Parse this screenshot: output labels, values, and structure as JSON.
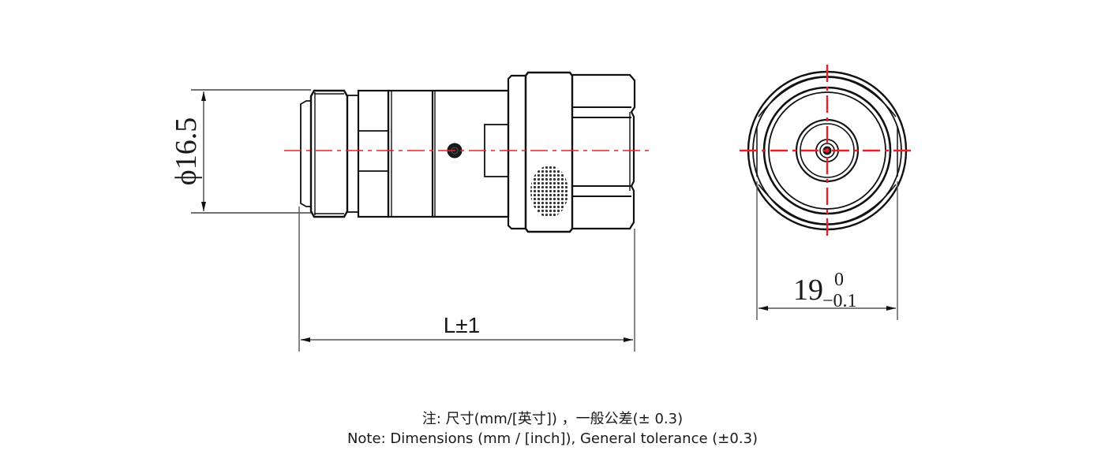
{
  "drawing": {
    "title": "Connector dimensional drawing",
    "views": [
      {
        "name": "side-view",
        "description": "Side elevation of connector"
      },
      {
        "name": "front-view",
        "description": "End view of connector (hex nut with concentric circles)"
      }
    ],
    "dimensions": {
      "diameter": {
        "label": "ϕ16.5",
        "value": 16.5,
        "unit": "mm"
      },
      "length": {
        "label": "L±1",
        "nominal": "L",
        "tolerance": "±1"
      },
      "hex_width": {
        "nominal": "19",
        "upper_tol": "0",
        "lower_tol": "−0.1"
      }
    },
    "colors": {
      "line": "#111111",
      "centerline": "#e8202a",
      "dimension": "#444444",
      "knurl": "#333333"
    }
  },
  "notes": {
    "chinese": "注: 尺寸(mm/[英寸]) ，一般公差(± 0.3)",
    "english": "Note: Dimensions (mm / [inch]), General tolerance (±0.3)"
  }
}
